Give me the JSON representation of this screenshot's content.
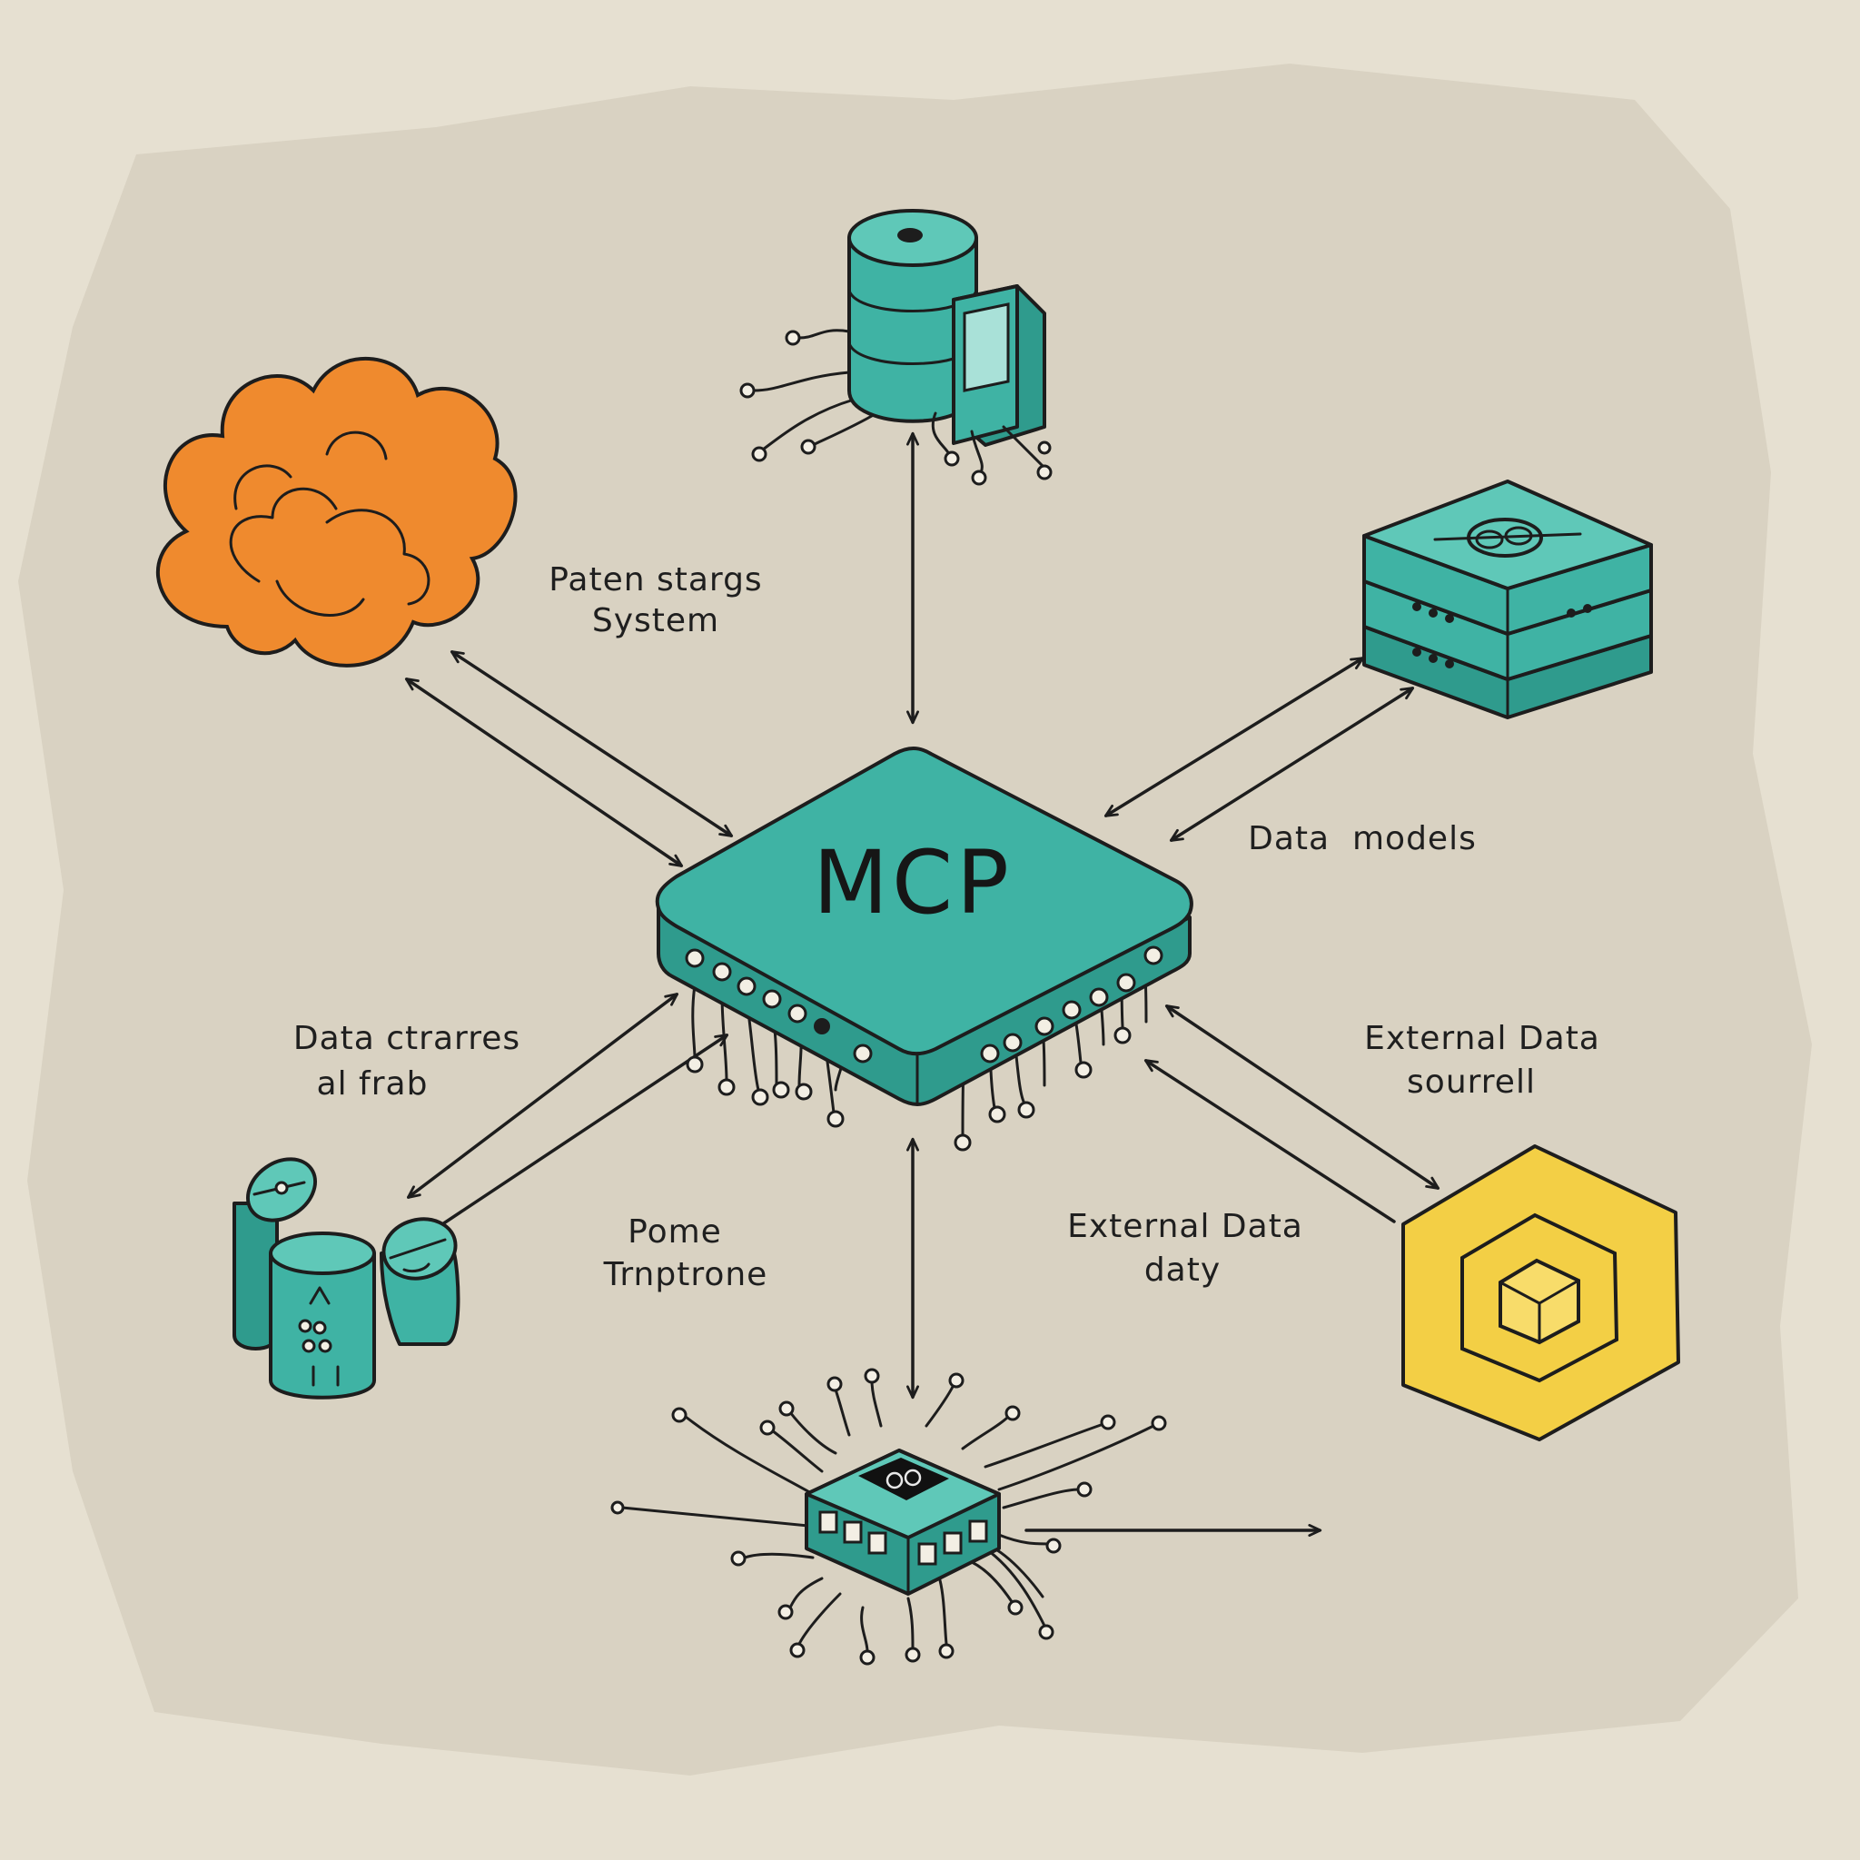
{
  "center": {
    "title": "MCP"
  },
  "labels": {
    "top_left": [
      "Paten stargs",
      "System"
    ],
    "right": [
      "Data  models"
    ],
    "left": [
      "Data ctrarres",
      "al frab"
    ],
    "right_lower": [
      "External Data",
      "sourrell"
    ],
    "bottom_left": [
      "Pome",
      "Trnptrone"
    ],
    "bottom_right": [
      "External Data",
      "daty"
    ]
  },
  "colors": {
    "background": "#e6e0d1",
    "paper_patch": "#d9d2c2",
    "teal": "#3fb3a4",
    "orange": "#ef8a2e",
    "yellow": "#f3cf45",
    "ink": "#1d1d1d"
  },
  "nodes": [
    {
      "name": "database-server",
      "icon": "database-icon"
    },
    {
      "name": "cloud",
      "icon": "cloud-icon"
    },
    {
      "name": "server-stack",
      "icon": "server-icon"
    },
    {
      "name": "storage-cylinders",
      "icon": "storage-icon"
    },
    {
      "name": "external-cube",
      "icon": "cube-icon"
    },
    {
      "name": "micro-chip",
      "icon": "chip-icon"
    }
  ]
}
